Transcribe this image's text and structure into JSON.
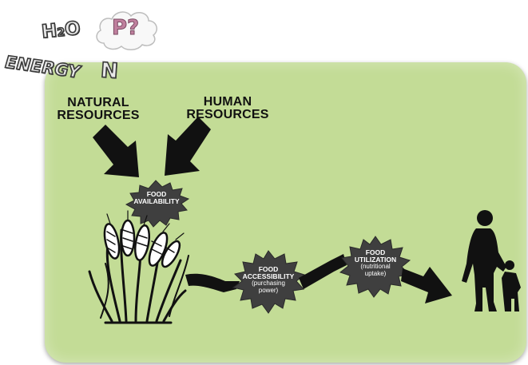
{
  "top_left": {
    "water": "H",
    "water_sub": "2",
    "water_end": "O",
    "phosphorus": "P?",
    "energy": "ENERGY",
    "nitrogen": "N"
  },
  "inputs": {
    "natural_line1": "NATURAL",
    "natural_line2": "RESOURCES",
    "human_line1": "HUMAN",
    "human_line2": "RESOURCES"
  },
  "stages": {
    "availability_line1": "FOOD",
    "availability_line2": "AVAILABILITY",
    "accessibility_line1": "FOOD",
    "accessibility_line2": "ACCESSIBILITY",
    "accessibility_sub1": "(purchasing",
    "accessibility_sub2": "power)",
    "utilization_line1": "FOOD",
    "utilization_line2": "UTILIZATION",
    "utilization_sub1": "(nutritional",
    "utilization_sub2": "uptake)"
  },
  "colors": {
    "panel": "#c3dc96",
    "arrow": "#111111",
    "starburst": "#3f3f3f",
    "cloud_text": "#c0809e"
  },
  "icons": [
    "wheat-plant-icon",
    "adult-and-child-silhouette-icon",
    "cloud-icon"
  ]
}
